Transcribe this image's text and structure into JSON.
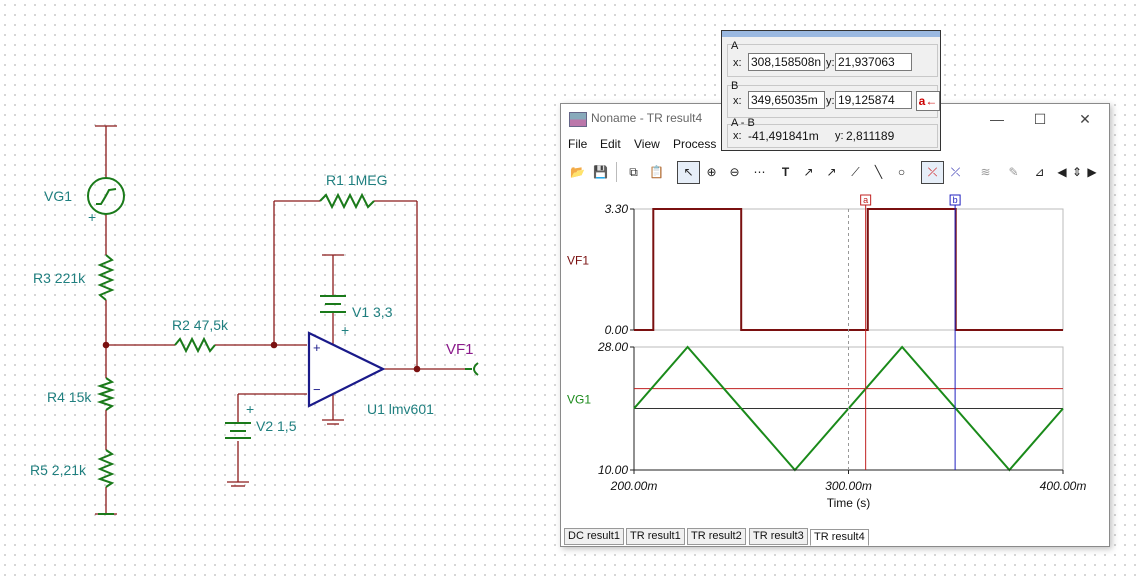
{
  "schematic": {
    "vg1_label": "VG1",
    "r3_label": "R3 221k",
    "r4_label": "R4 15k",
    "r5_label": "R5 2,21k",
    "r2_label": "R2 47,5k",
    "r1_label": "R1 1MEG",
    "v1_label": "V1 3,3",
    "v2_label": "V2 1,5",
    "u1_label": "U1 lmv601",
    "vf1_label": "VF1",
    "plus": "+"
  },
  "window": {
    "title": "Noname - TR result4",
    "controls": {
      "minimize": "—",
      "maximize": "☐",
      "close": "✕"
    },
    "menu": [
      "File",
      "Edit",
      "View",
      "Process"
    ],
    "tabs": [
      {
        "label": "DC result1",
        "active": false
      },
      {
        "label": "TR result1",
        "active": false
      },
      {
        "label": "TR result2",
        "active": false
      },
      {
        "label": "TR result3",
        "active": false
      },
      {
        "label": "TR result4",
        "active": true
      }
    ],
    "toolbar_icons": [
      "open-icon",
      "save-icon",
      "copy-icon",
      "paste-icon",
      "zoom-area-icon",
      "pointer-icon",
      "zoom-in-icon",
      "zoom-100-icon",
      "grid-icon",
      "text-icon",
      "label-icon",
      "label-2-icon",
      "label-3-icon",
      "line-icon",
      "circle-icon",
      "cursor-a-icon",
      "cursor-b-icon",
      "wave-icon",
      "pen-icon",
      "corner-icon",
      "scroll-left-icon",
      "scroll-up-down-icon",
      "scroll-right-icon"
    ]
  },
  "cursor_panel": {
    "a": {
      "label": "A",
      "x_label": "x:",
      "y_label": "y:",
      "x": "308,158508n",
      "y": "21,937063"
    },
    "b": {
      "label": "B",
      "x_label": "x:",
      "y_label": "y:",
      "x": "349,65035m",
      "y": "19,125874",
      "button": "a←"
    },
    "diff": {
      "label": "A - B",
      "x_label": "x:",
      "y_label": "y:",
      "x": "-41,491841m",
      "y": "2,811189"
    }
  },
  "chart_data": [
    {
      "type": "line",
      "title": "",
      "xlabel": "Time (s)",
      "ylabel": "VF1",
      "x_ticks": [
        "200.00m",
        "300.00m",
        "400.00m"
      ],
      "y_ticks": [
        "0.00",
        "3.30"
      ],
      "xlim": [
        0.2,
        0.4
      ],
      "ylim": [
        0,
        3.3
      ],
      "color": "#7a1010",
      "series": [
        {
          "x": [
            0.2,
            0.209,
            0.209,
            0.25,
            0.25,
            0.309,
            0.309,
            0.35,
            0.35,
            0.4
          ],
          "y": [
            0,
            0,
            3.3,
            3.3,
            0,
            0,
            3.3,
            3.3,
            0,
            0
          ]
        }
      ]
    },
    {
      "type": "line",
      "title": "",
      "xlabel": "Time (s)",
      "ylabel": "VG1",
      "x_ticks": [
        "200.00m",
        "300.00m",
        "400.00m"
      ],
      "y_ticks": [
        "10.00",
        "28.00"
      ],
      "xlim": [
        0.2,
        0.4
      ],
      "ylim": [
        10,
        28
      ],
      "color": "#1a8a1a",
      "series": [
        {
          "x": [
            0.2,
            0.225,
            0.275,
            0.325,
            0.375,
            0.4
          ],
          "y": [
            19,
            28,
            10,
            28,
            10,
            19
          ]
        }
      ],
      "hlines": [
        {
          "y": 19,
          "color": "#333333"
        },
        {
          "y": 21.9,
          "color": "#c02020"
        }
      ]
    }
  ],
  "cursors": {
    "a": {
      "label": "a",
      "x": 0.308,
      "color": "#c02020"
    },
    "b": {
      "label": "b",
      "x": 0.3497,
      "color": "#2020c0"
    },
    "guide_x": 0.3
  }
}
